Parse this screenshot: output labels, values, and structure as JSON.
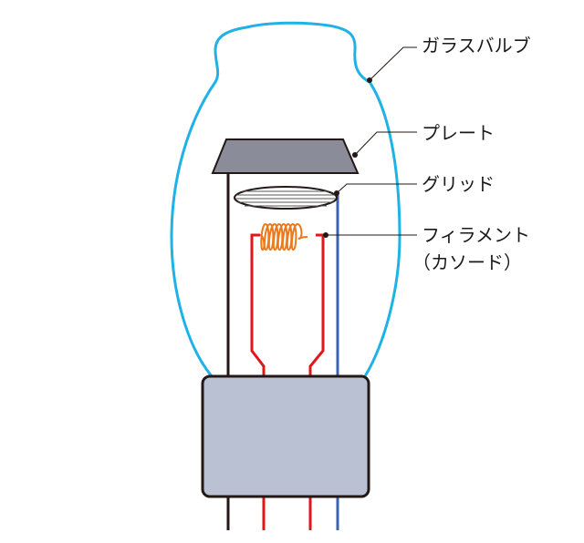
{
  "labels": {
    "glass_bulb": "ガラスバルブ",
    "plate": "プレート",
    "grid": "グリッド",
    "filament": "フィラメント",
    "cathode": "（カソード）"
  },
  "colors": {
    "bulb": "#1fb2e6",
    "plate": "#8a8d99",
    "base": "#b9c1d3",
    "filament_coil": "#ec7a1c",
    "filament_wire": "#e0161b",
    "grid_wire": "#3a63b0",
    "plate_wire": "#231815"
  }
}
